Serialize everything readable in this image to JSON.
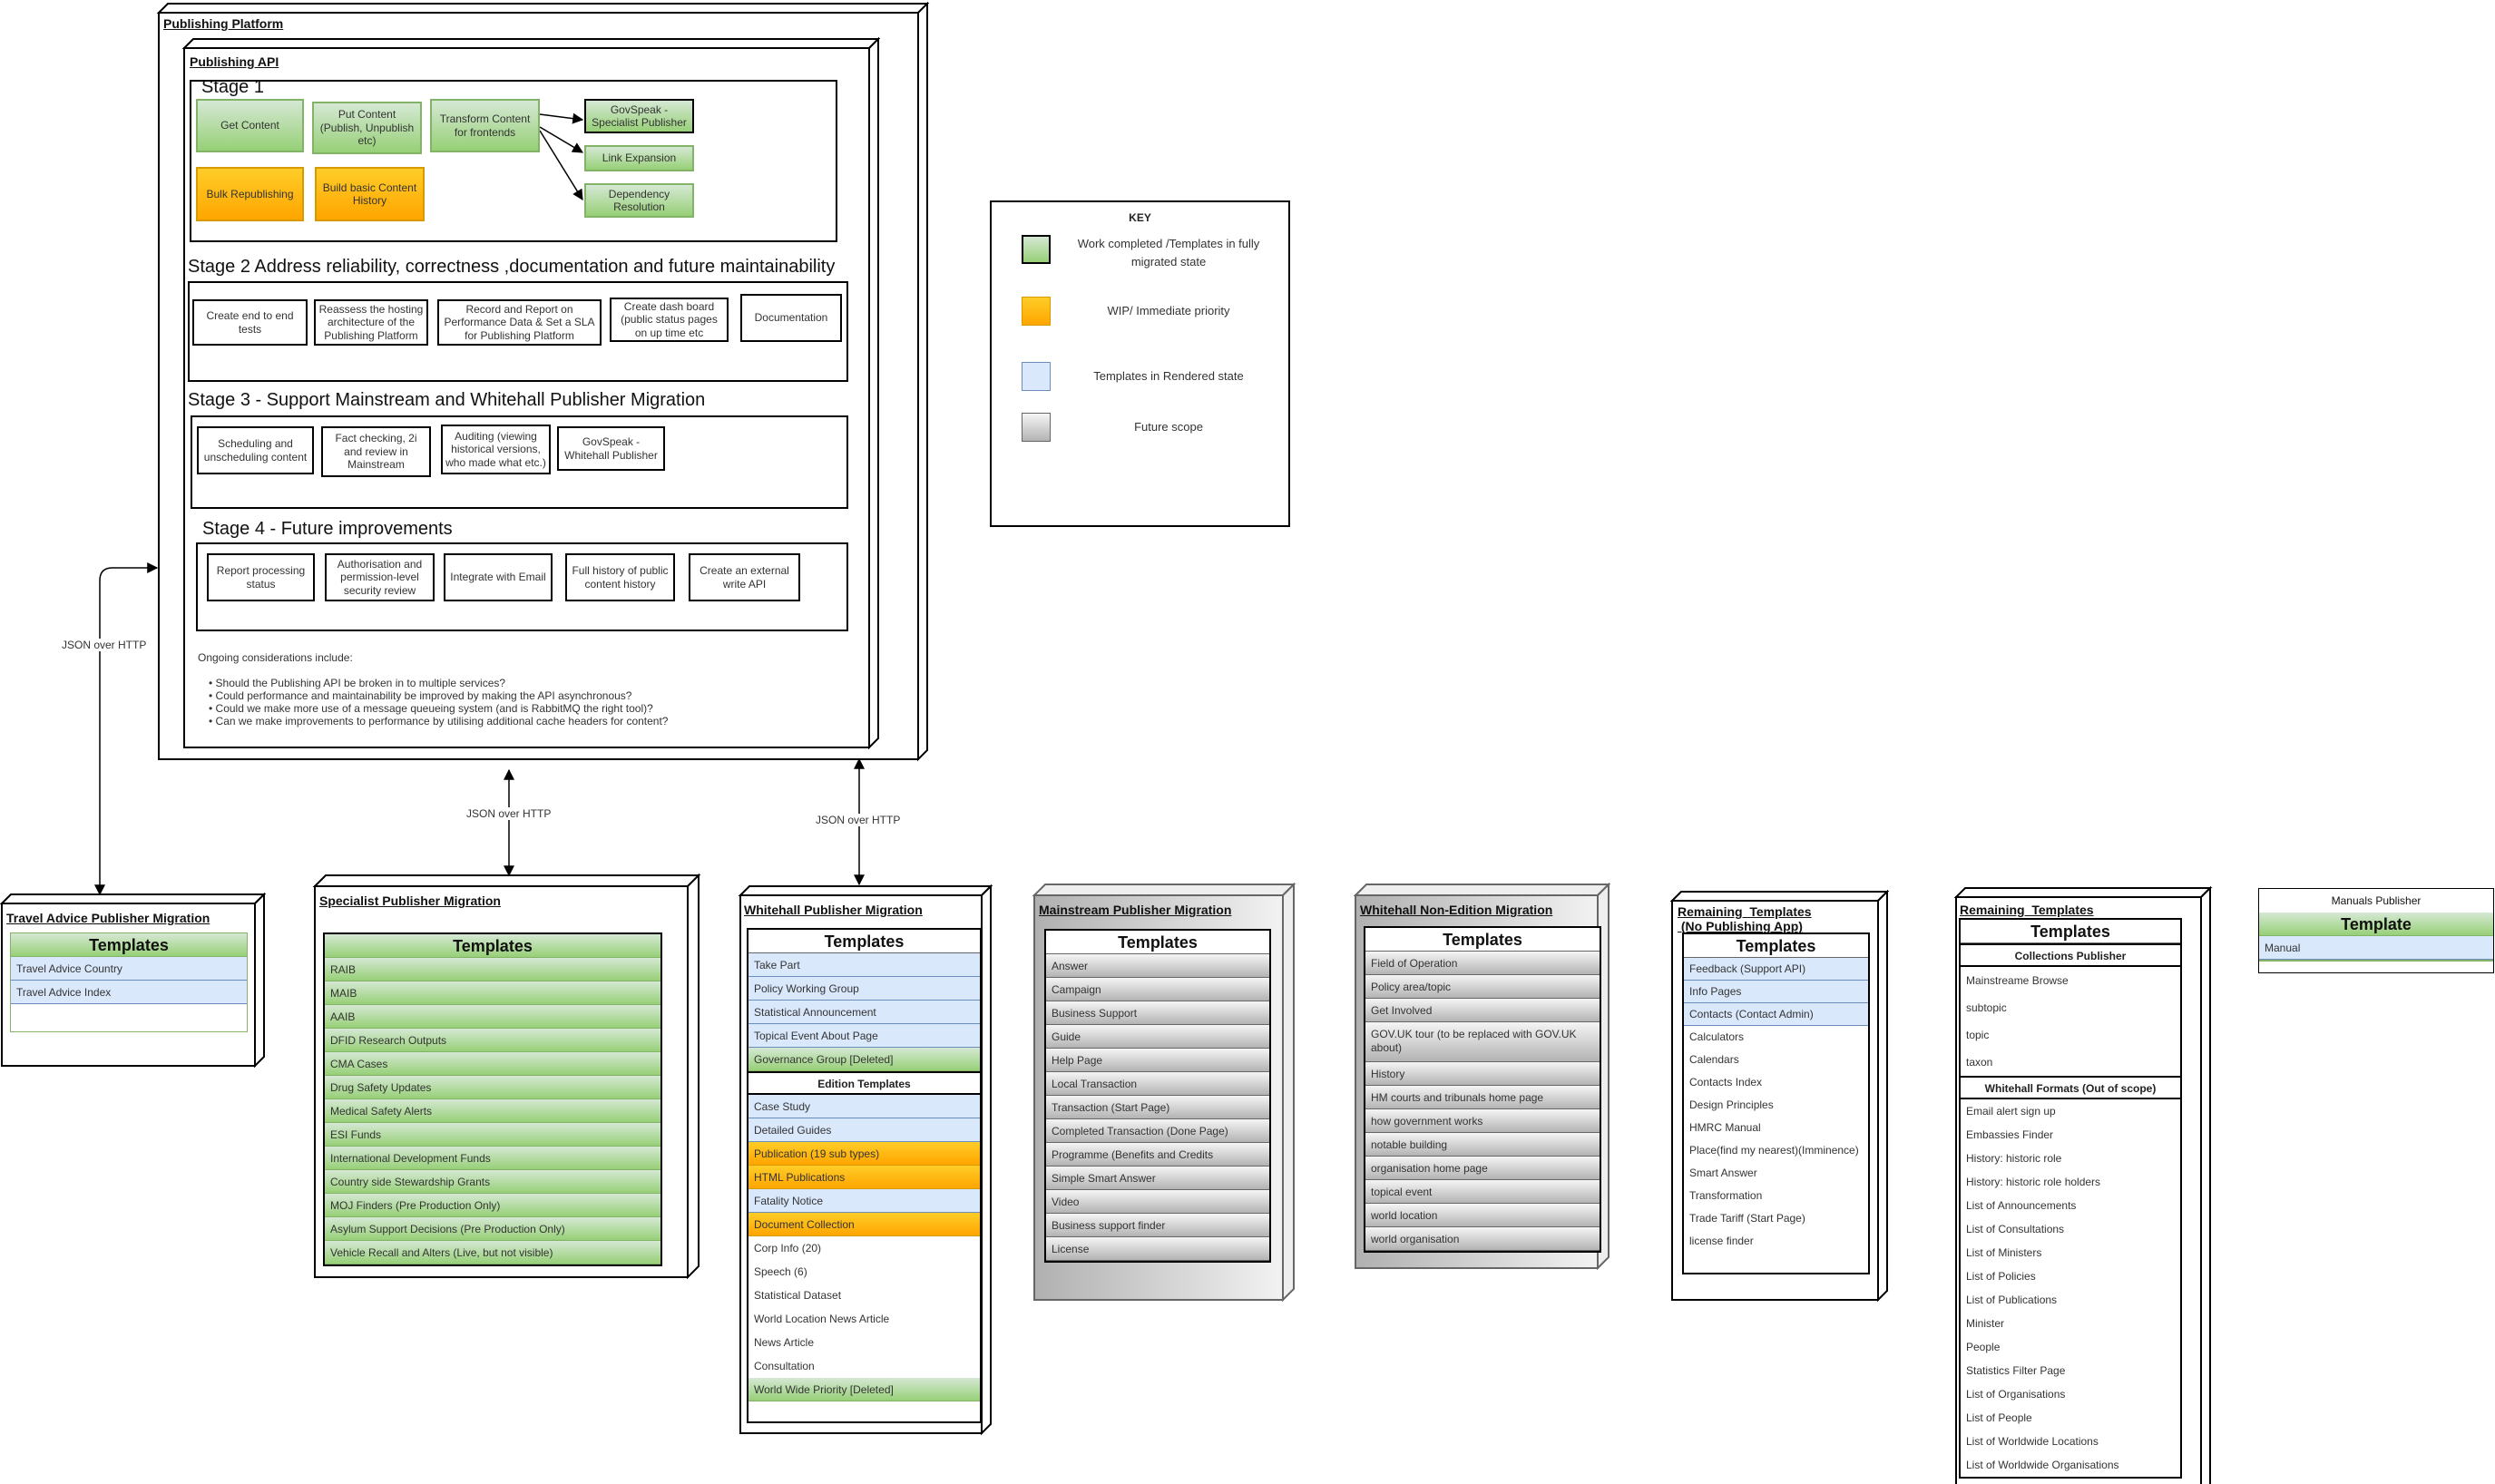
{
  "colors": {
    "green": "#97d077",
    "green_border": "#82b366",
    "orange": "#ffa500",
    "orange_border": "#d79b00",
    "blue": "#dae8fc",
    "blue_border": "#6c8ebf",
    "gray": "#b3b3b3",
    "gray_border": "#666666"
  },
  "platform": {
    "title": "Publishing Platform",
    "api_title": "Publishing API",
    "stages": [
      {
        "label": "Stage 1",
        "items": [
          {
            "text": "Get Content",
            "status": "green"
          },
          {
            "text": "Put Content (Publish, Unpublish etc)",
            "status": "green"
          },
          {
            "text": "Transform Content for frontends",
            "status": "green"
          },
          {
            "text": "GovSpeak  - Specialist Publisher",
            "status": "green"
          },
          {
            "text": "Link Expansion",
            "status": "green"
          },
          {
            "text": "Dependency Resolution",
            "status": "green"
          },
          {
            "text": "Bulk Republishing",
            "status": "orange"
          },
          {
            "text": "Build basic Content History",
            "status": "orange"
          }
        ]
      },
      {
        "label": "Stage 2 Address reliability, correctness ,documentation and future maintainability",
        "items": [
          {
            "text": "Create end to end tests",
            "status": "white"
          },
          {
            "text": "Reassess the hosting architecture of the Publishing Platform",
            "status": "white"
          },
          {
            "text": "Record and Report on Performance Data & Set a SLA for Publishing Platform",
            "status": "white"
          },
          {
            "text": "Create dash board (public status pages on up time etc",
            "status": "white"
          },
          {
            "text": "Documentation",
            "status": "white"
          }
        ]
      },
      {
        "label": "Stage 3 - Support Mainstream and Whitehall Publisher Migration",
        "items": [
          {
            "text": "Scheduling and unscheduling content",
            "status": "white"
          },
          {
            "text": "Fact checking, 2i and review in Mainstream",
            "status": "white"
          },
          {
            "text": "Auditing (viewing historical versions, who made what etc.)",
            "status": "white"
          },
          {
            "text": "GovSpeak  - Whitehall Publisher",
            "status": "white"
          }
        ]
      },
      {
        "label": "Stage 4 - Future improvements",
        "items": [
          {
            "text": "Report processing status",
            "status": "white"
          },
          {
            "text": "Authorisation and permission-level security review",
            "status": "white"
          },
          {
            "text": "Integrate with Email",
            "status": "white"
          },
          {
            "text": "Full history of public content history",
            "status": "white"
          },
          {
            "text": "Create an external write API",
            "status": "white"
          }
        ]
      }
    ],
    "considerations_intro": "Ongoing considerations include:",
    "considerations": [
      "Should the Publishing API be broken in to multiple services?",
      "Could performance and maintainability be improved by making the API asynchronous?",
      "Could we make more use of a message queueing system (and is RabbitMQ the right tool)?",
      "Can we make improvements to performance by utilising additional cache headers for content?"
    ]
  },
  "key": {
    "title": "KEY",
    "items": [
      {
        "label": "Work completed /Templates in fully migrated state",
        "status": "green"
      },
      {
        "label": "WIP/ Immediate priority",
        "status": "orange"
      },
      {
        "label": "Templates in Rendered state",
        "status": "blue"
      },
      {
        "label": "Future scope",
        "status": "gray"
      }
    ]
  },
  "connectors": [
    {
      "label": "JSON over HTTP"
    },
    {
      "label": "JSON over HTTP"
    },
    {
      "label": "JSON over HTTP"
    }
  ],
  "migrations": [
    {
      "title": "Travel Advice Publisher Migration",
      "sections": [
        {
          "header": "Templates",
          "header_style": "green",
          "rows": [
            {
              "text": "Travel Advice Country",
              "status": "blue"
            },
            {
              "text": "Travel Advice Index",
              "status": "blue"
            }
          ]
        }
      ]
    },
    {
      "title": "Specialist Publisher Migration",
      "sections": [
        {
          "header": "Templates",
          "header_style": "green",
          "rows": [
            {
              "text": "RAIB",
              "status": "green"
            },
            {
              "text": "MAIB",
              "status": "green"
            },
            {
              "text": "AAIB",
              "status": "green"
            },
            {
              "text": "DFID Research Outputs",
              "status": "green"
            },
            {
              "text": "CMA Cases",
              "status": "green"
            },
            {
              "text": "Drug Safety Updates",
              "status": "green"
            },
            {
              "text": "Medical Safety Alerts",
              "status": "green"
            },
            {
              "text": "ESI Funds",
              "status": "green"
            },
            {
              "text": "International Development Funds",
              "status": "green"
            },
            {
              "text": "Country side Stewardship Grants",
              "status": "green"
            },
            {
              "text": "MOJ Finders (Pre Production Only)",
              "status": "green"
            },
            {
              "text": "Asylum Support Decisions (Pre Production Only)",
              "status": "green"
            },
            {
              "text": "Vehicle Recall and Alters (Live, but not visible)",
              "status": "green"
            }
          ]
        }
      ]
    },
    {
      "title": "Whitehall Publisher Migration",
      "sections": [
        {
          "header": "Templates",
          "header_style": "white",
          "rows": [
            {
              "text": "Take Part",
              "status": "blue"
            },
            {
              "text": "Policy Working Group",
              "status": "blue"
            },
            {
              "text": "Statistical Announcement",
              "status": "blue"
            },
            {
              "text": "Topical Event About Page",
              "status": "blue"
            },
            {
              "text": "Governance Group [Deleted]",
              "status": "green"
            }
          ]
        },
        {
          "header": "Edition Templates",
          "header_style": "sub",
          "rows": [
            {
              "text": "Case Study",
              "status": "blue"
            },
            {
              "text": "Detailed Guides",
              "status": "blue"
            },
            {
              "text": "Publication (19 sub types)",
              "status": "orange"
            },
            {
              "text": "HTML Publications",
              "status": "orange"
            },
            {
              "text": "Fatality Notice",
              "status": "blue"
            },
            {
              "text": "Document Collection",
              "status": "orange"
            },
            {
              "text": "Corp Info (20)",
              "status": "white"
            },
            {
              "text": "Speech (6)",
              "status": "white"
            },
            {
              "text": "Statistical Dataset",
              "status": "white"
            },
            {
              "text": "World Location News Article",
              "status": "white"
            },
            {
              "text": "News Article",
              "status": "white"
            },
            {
              "text": "Consultation",
              "status": "white"
            },
            {
              "text": "World Wide Priority [Deleted]",
              "status": "green"
            }
          ]
        }
      ]
    },
    {
      "title": "Mainstream Publisher Migration",
      "sections": [
        {
          "header": "Templates",
          "header_style": "white",
          "rows": [
            {
              "text": "Answer",
              "status": "gray"
            },
            {
              "text": "Campaign",
              "status": "gray"
            },
            {
              "text": "Business Support",
              "status": "gray"
            },
            {
              "text": "Guide",
              "status": "gray"
            },
            {
              "text": "Help Page",
              "status": "gray"
            },
            {
              "text": "Local Transaction",
              "status": "gray"
            },
            {
              "text": "Transaction (Start Page)",
              "status": "gray"
            },
            {
              "text": "Completed Transaction (Done Page)",
              "status": "gray"
            },
            {
              "text": "Programme (Benefits and Credits",
              "status": "gray"
            },
            {
              "text": "Simple Smart Answer",
              "status": "gray"
            },
            {
              "text": "Video",
              "status": "gray"
            },
            {
              "text": "Business support finder",
              "status": "gray"
            },
            {
              "text": "License",
              "status": "gray"
            }
          ]
        }
      ]
    },
    {
      "title": "Whitehall Non-Edition Migration",
      "sections": [
        {
          "header": "Templates",
          "header_style": "white",
          "rows": [
            {
              "text": "Field of Operation",
              "status": "gray"
            },
            {
              "text": "Policy area/topic",
              "status": "gray"
            },
            {
              "text": "Get Involved",
              "status": "gray"
            },
            {
              "text": "GOV.UK tour (to be replaced with GOV.UK about)",
              "status": "gray"
            },
            {
              "text": "History",
              "status": "gray"
            },
            {
              "text": "HM courts and tribunals home page",
              "status": "gray"
            },
            {
              "text": "how government works",
              "status": "gray"
            },
            {
              "text": "notable building",
              "status": "gray"
            },
            {
              "text": "organisation home page",
              "status": "gray"
            },
            {
              "text": "topical event",
              "status": "gray"
            },
            {
              "text": "world location",
              "status": "gray"
            },
            {
              "text": "world organisation",
              "status": "gray"
            }
          ]
        }
      ]
    },
    {
      "title": "Remaining  Templates\n (No Publishing App)",
      "sections": [
        {
          "header": "Templates",
          "header_style": "white",
          "rows": [
            {
              "text": "Feedback (Support API)",
              "status": "blue"
            },
            {
              "text": "Info Pages",
              "status": "blue"
            },
            {
              "text": "Contacts (Contact Admin)",
              "status": "blue"
            },
            {
              "text": "Calculators",
              "status": "white"
            },
            {
              "text": "Calendars",
              "status": "white"
            },
            {
              "text": "Contacts Index",
              "status": "white"
            },
            {
              "text": "Design Principles",
              "status": "white"
            },
            {
              "text": "HMRC Manual",
              "status": "white"
            },
            {
              "text": "Place(find my nearest)(Imminence)",
              "status": "white"
            },
            {
              "text": "Smart Answer",
              "status": "white"
            },
            {
              "text": "Transformation",
              "status": "white"
            },
            {
              "text": "Trade Tariff (Start Page)",
              "status": "white"
            },
            {
              "text": "license finder",
              "status": "white"
            }
          ]
        }
      ]
    },
    {
      "title": "Remaining  Templates",
      "sections": [
        {
          "header": "Templates",
          "header_style": "white",
          "rows": []
        },
        {
          "header": "Collections Publisher",
          "header_style": "sub",
          "rows": [
            {
              "text": "Mainstreame Browse",
              "status": "white"
            },
            {
              "text": "subtopic",
              "status": "white"
            },
            {
              "text": "topic",
              "status": "white"
            },
            {
              "text": "taxon",
              "status": "white"
            }
          ]
        },
        {
          "header": "Whitehall Formats (Out of scope)",
          "header_style": "sub",
          "rows": [
            {
              "text": "Email alert sign up",
              "status": "white"
            },
            {
              "text": "Embassies Finder",
              "status": "white"
            },
            {
              "text": "History: historic role",
              "status": "white"
            },
            {
              "text": "History: historic role holders",
              "status": "white"
            },
            {
              "text": "List of Announcements",
              "status": "white"
            },
            {
              "text": "List of Consultations",
              "status": "white"
            },
            {
              "text": "List of Ministers",
              "status": "white"
            },
            {
              "text": "List of Policies",
              "status": "white"
            },
            {
              "text": "List of Publications",
              "status": "white"
            },
            {
              "text": "Minister",
              "status": "white"
            },
            {
              "text": "People",
              "status": "white"
            },
            {
              "text": "Statistics Filter Page",
              "status": "white"
            },
            {
              "text": "List of Organisations",
              "status": "white"
            },
            {
              "text": "List of People",
              "status": "white"
            },
            {
              "text": "List of Worldwide Locations",
              "status": "white"
            },
            {
              "text": "List of Worldwide Organisations",
              "status": "white"
            }
          ]
        }
      ]
    },
    {
      "title": "",
      "sections": [
        {
          "header": "Manuals Publisher",
          "header_style": "plain",
          "rows": []
        },
        {
          "header": "Template",
          "header_style": "green",
          "rows": [
            {
              "text": "Manual",
              "status": "blue"
            }
          ]
        }
      ]
    }
  ]
}
